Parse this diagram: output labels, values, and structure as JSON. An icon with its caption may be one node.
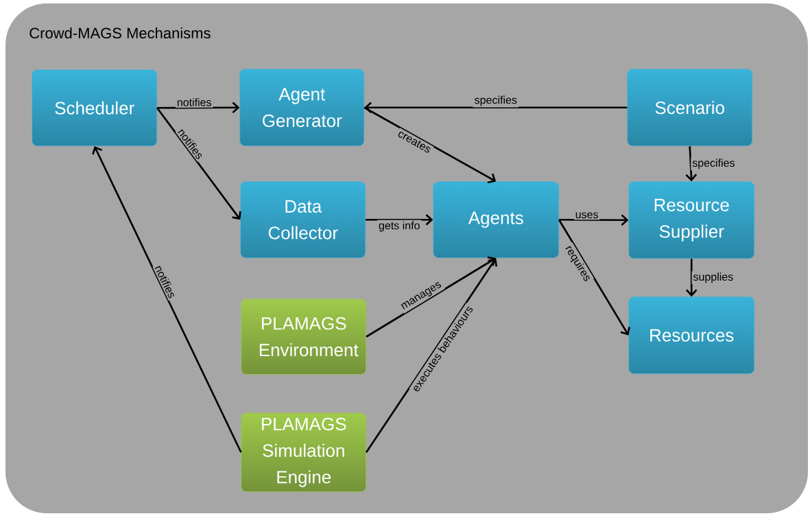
{
  "diagram": {
    "nodes": [
      {
        "text": [
          "Crowd-MAGS Mechanisms"
        ]
      },
      {
        "text": [
          "Scheduler"
        ],
        "in": 0
      },
      {
        "text": [
          "Agent Generator"
        ],
        "in": 0
      },
      {
        "text": [
          "Scenario"
        ],
        "in": 0
      },
      {
        "text": [
          "Data Collector"
        ],
        "in": 0
      },
      {
        "text": [
          "Agents"
        ],
        "in": 0
      },
      {
        "text": [
          "Resource Supplier"
        ],
        "in": 0
      },
      {
        "text": [
          "PLAMAGS Environment"
        ],
        "in": 0
      },
      {
        "text": [
          "PLAMAGS Simulation Engine"
        ],
        "in": 0
      },
      {
        "text": [
          "Resources"
        ],
        "in": 0
      }
    ],
    "edges": [
      {
        "from": 1,
        "to": 2,
        "arrow": "to",
        "label": "notifies"
      },
      {
        "from": 1,
        "to": 4,
        "arrow": "to",
        "label": "notifies"
      },
      {
        "from": 3,
        "to": 2,
        "arrow": "to",
        "label": "specifies"
      },
      {
        "from": 2,
        "to": 5,
        "arrow": "to",
        "label": "creates"
      },
      {
        "from": 4,
        "to": 5,
        "arrow": "to",
        "label": "gets info"
      },
      {
        "from": 5,
        "to": 6,
        "arrow": "to",
        "label": "uses"
      },
      {
        "from": 3,
        "to": 6,
        "arrow": "to",
        "label": "specifies"
      },
      {
        "from": 6,
        "to": 9,
        "arrow": "to",
        "label": "supplies"
      },
      {
        "from": 5,
        "to": 9,
        "arrow": "to",
        "label": "requires"
      },
      {
        "from": 7,
        "to": 5,
        "arrow": "to",
        "label": "manages"
      },
      {
        "from": 8,
        "to": 5,
        "arrow": "to",
        "label": "executes behaviours"
      },
      {
        "from": 8,
        "to": 1,
        "arrow": "to",
        "label": "notifies"
      }
    ]
  }
}
